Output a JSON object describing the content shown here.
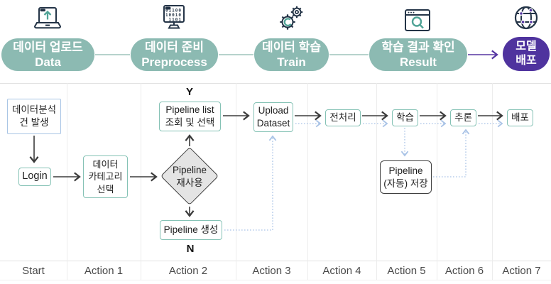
{
  "colors": {
    "teal_pill": "#8CBAB2",
    "purple_pill": "#4F339E",
    "icon_navy": "#243447",
    "icon_teal": "#4FA396",
    "box_teal_border": "#85C2B5",
    "box_blue_border": "#A9C5E5",
    "dotted_blue": "#A9C3E6",
    "solid_arrow": "#3B3B3B",
    "diamond_fill": "#E4E4E4"
  },
  "stages": [
    {
      "icon": "laptop-upload-icon",
      "title": "데이터 업로드",
      "subtitle": "Data"
    },
    {
      "icon": "monitor-binary-icon",
      "title": "데이터 준비",
      "subtitle": "Preprocess",
      "icon_rows": [
        "01100",
        "10010",
        "1101"
      ]
    },
    {
      "icon": "gears-icon",
      "title": "데이터 학습",
      "subtitle": "Train"
    },
    {
      "icon": "browser-search-icon",
      "title": "학습 결과 확인",
      "subtitle": "Result"
    },
    {
      "icon": "globe-network-icon",
      "title": "모델",
      "subtitle": "배포"
    }
  ],
  "flowchart": {
    "nodes": {
      "incident": "데이터분석\n건 발생",
      "login": "Login",
      "category": "데이터\n카테고리\n선택",
      "pipeline_list": "Pipeline list\n조회 및 선택",
      "pipeline_reuse": "Pipeline\n재사용",
      "pipeline_create": "Pipeline 생성",
      "upload_dataset": "Upload\nDataset",
      "preprocess": "전처리",
      "train": "학습",
      "pipeline_save": "Pipeline\n(자동) 저장",
      "inference": "추론",
      "deploy": "배포"
    },
    "branch_labels": {
      "yes": "Y",
      "no": "N"
    }
  },
  "timeline": [
    "Start",
    "Action 1",
    "Action 2",
    "Action 3",
    "Action 4",
    "Action 5",
    "Action 6",
    "Action 7"
  ]
}
